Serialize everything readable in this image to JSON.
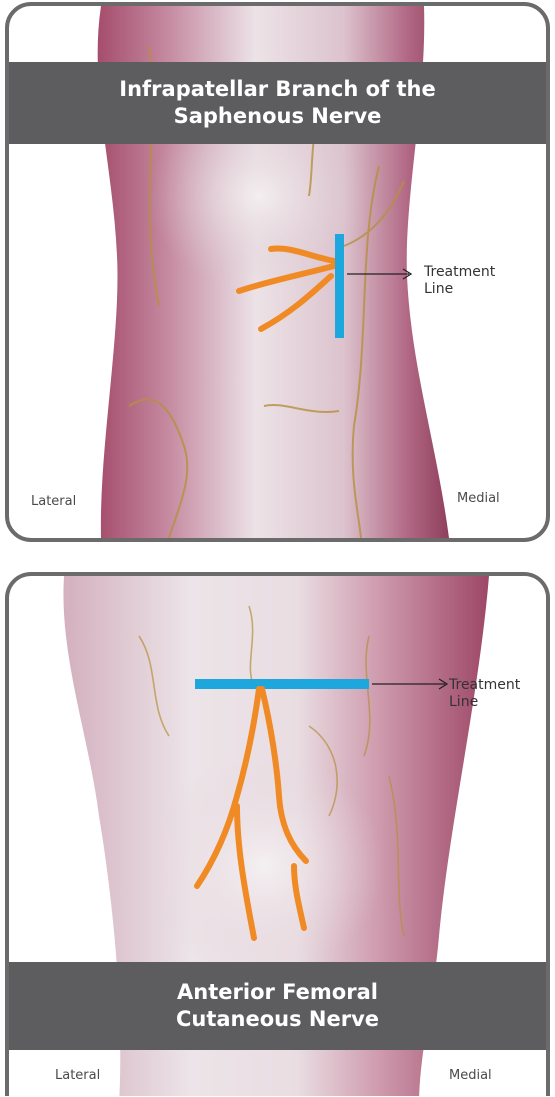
{
  "colors": {
    "title_bar": "#5d5d5f",
    "nerve": "#f08a24",
    "treatment_line": "#1ea7dc",
    "skin_light": "#ece2e6",
    "skin_mid": "#c995a8",
    "muscle": "#a34e6c"
  },
  "panels": [
    {
      "title_line1": "Infrapatellar Branch of the",
      "title_line2": "Saphenous Nerve",
      "callout_line1": "Treatment",
      "callout_line2": "Line",
      "left_label": "Lateral",
      "right_label": "Medial"
    },
    {
      "title_line1": "Anterior Femoral",
      "title_line2": "Cutaneous Nerve",
      "callout_line1": "Treatment",
      "callout_line2": "Line",
      "left_label": "Lateral",
      "right_label": "Medial"
    }
  ]
}
